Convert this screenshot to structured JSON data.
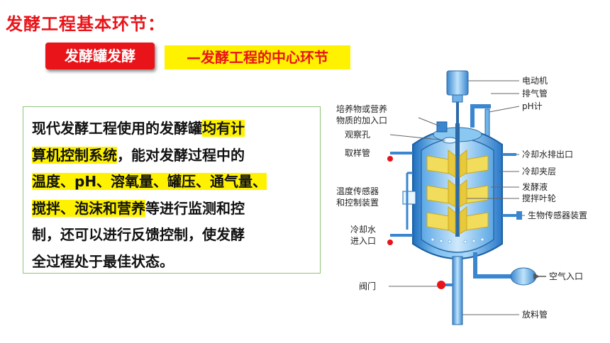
{
  "title": "发酵工程基本环节：",
  "tag_primary": "发酵罐发酵",
  "tag_secondary": "—发酵工程的中心环节",
  "description": {
    "s1": "现代发酵工程使用的发酵罐",
    "s2": "均有计",
    "s3": "算机控制系统",
    "s4": "，能对发酵过程中的",
    "s5": "温度、pH、溶氧量、罐压、通气量、",
    "s6": "搅拌、泡沫和营养",
    "s7": "等进行监测和控",
    "s8": "制，还可以进行反馈控制，使发酵",
    "s9": "全过程处于最佳状态。"
  },
  "diagram_labels": {
    "motor": "电动机",
    "exhaust": "排气管",
    "ph": "pH计",
    "feed_1": "培养物或营养",
    "feed_2": "物质的加入口",
    "window": "观察孔",
    "sampling": "取样管",
    "cool_out": "冷却水排出口",
    "jacket": "冷却夹层",
    "broth": "发酵液",
    "impeller": "搅拌叶轮",
    "temp_1": "温度传感器",
    "temp_2": "和控制装置",
    "biosensor": "生物传感器装置",
    "cool_in_1": "冷却水",
    "cool_in_2": "进入口",
    "valve": "阀门",
    "air_in": "空气入口",
    "discharge": "放料管"
  },
  "colors": {
    "accent_red": "#e8141a",
    "highlight_yellow": "#fff200",
    "tank_blue": "#3d8fd6",
    "impeller_yellow": "#f2dc5c"
  }
}
